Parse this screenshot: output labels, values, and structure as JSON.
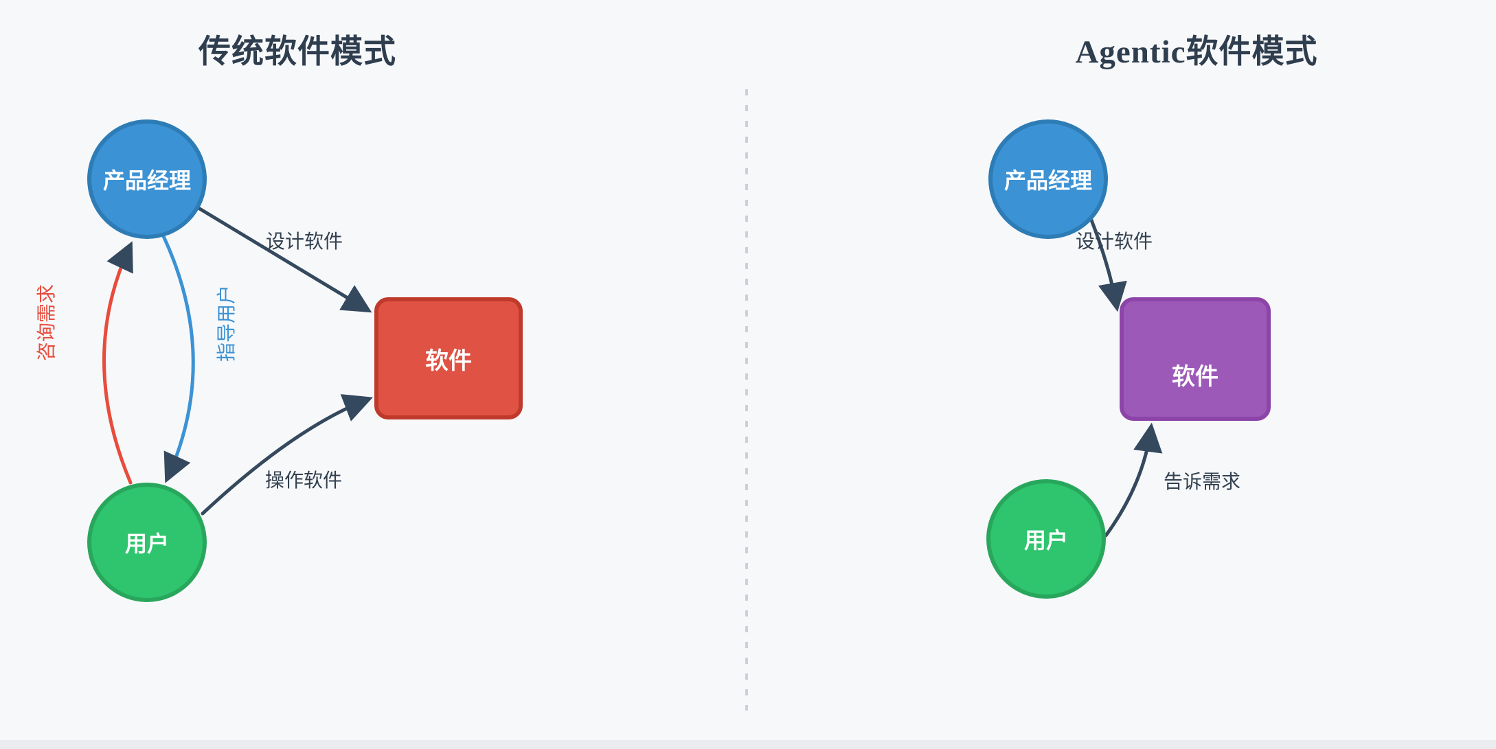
{
  "left": {
    "title": "传统软件模式",
    "nodes": {
      "pm": "产品经理",
      "user": "用户",
      "software": "软件"
    },
    "edges": {
      "design": "设计软件",
      "operate": "操作软件",
      "consult": "咨询需求",
      "guide": "指导用户"
    }
  },
  "right": {
    "title": "Agentic软件模式",
    "nodes": {
      "pm": "产品经理",
      "user": "用户",
      "software": "软件"
    },
    "edges": {
      "design": "设计软件",
      "tell": "告诉需求"
    }
  },
  "colors": {
    "background": "#f7f8fa",
    "node_blue": "#3b92d4",
    "node_blue_border": "#2d7cb5",
    "node_green": "#2fc46e",
    "node_green_border": "#28a75c",
    "node_red": "#e05243",
    "node_red_border": "#bf3a2b",
    "node_purple": "#9c59b8",
    "node_purple_border": "#8d44a8",
    "arrow": "#35495e",
    "edge_label": "#32404f",
    "edge_red": "#e74c3c",
    "edge_blue": "#3b92d4",
    "divider": "#cbd0d8",
    "title": "#2f3e4e"
  }
}
